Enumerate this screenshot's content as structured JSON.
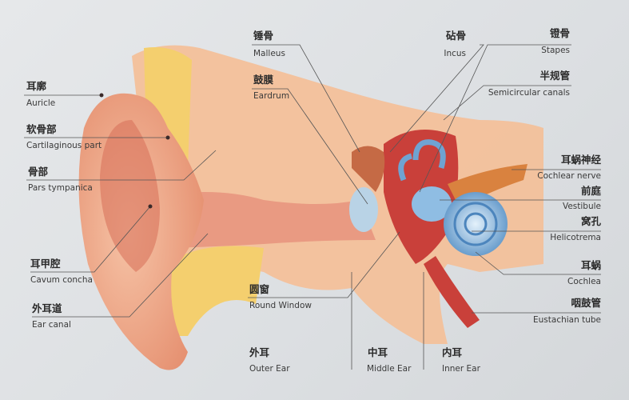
{
  "labels": {
    "auricle": {
      "zh": "耳廓",
      "en": "Auricle"
    },
    "cartilaginous": {
      "zh": "软骨部",
      "en": "Cartilaginous part"
    },
    "pars_tympanica": {
      "zh": "骨部",
      "en": "Pars tympanica"
    },
    "cavum_concha": {
      "zh": "耳甲腔",
      "en": "Cavum concha"
    },
    "ear_canal": {
      "zh": "外耳道",
      "en": "Ear canal"
    },
    "malleus": {
      "zh": "锤骨",
      "en": "Malleus"
    },
    "eardrum": {
      "zh": "鼓膜",
      "en": "Eardrum"
    },
    "round_window": {
      "zh": "圆窗",
      "en": "Round Window"
    },
    "incus": {
      "zh": "砧骨",
      "en": "Incus"
    },
    "stapes": {
      "zh": "镫骨",
      "en": "Stapes"
    },
    "semicircular": {
      "zh": "半规管",
      "en": "Semicircular canals"
    },
    "cochlear_nerve": {
      "zh": "耳蜗神经",
      "en": "Cochlear nerve"
    },
    "vestibule": {
      "zh": "前庭",
      "en": "Vestibule"
    },
    "helicotrema": {
      "zh": "窝孔",
      "en": "Helicotrema"
    },
    "cochlea": {
      "zh": "耳蜗",
      "en": "Cochlea"
    },
    "eustachian": {
      "zh": "咽鼓管",
      "en": "Eustachian tube"
    }
  },
  "regions": {
    "outer": {
      "zh": "外耳",
      "en": "Outer Ear"
    },
    "middle": {
      "zh": "中耳",
      "en": "Middle Ear"
    },
    "inner": {
      "zh": "内耳",
      "en": "Inner Ear"
    }
  },
  "colors": {
    "skin": "#f0a98a",
    "bone": "#f2c27a",
    "cochlea": "#7fb3dc",
    "cavity": "#c9403a"
  }
}
